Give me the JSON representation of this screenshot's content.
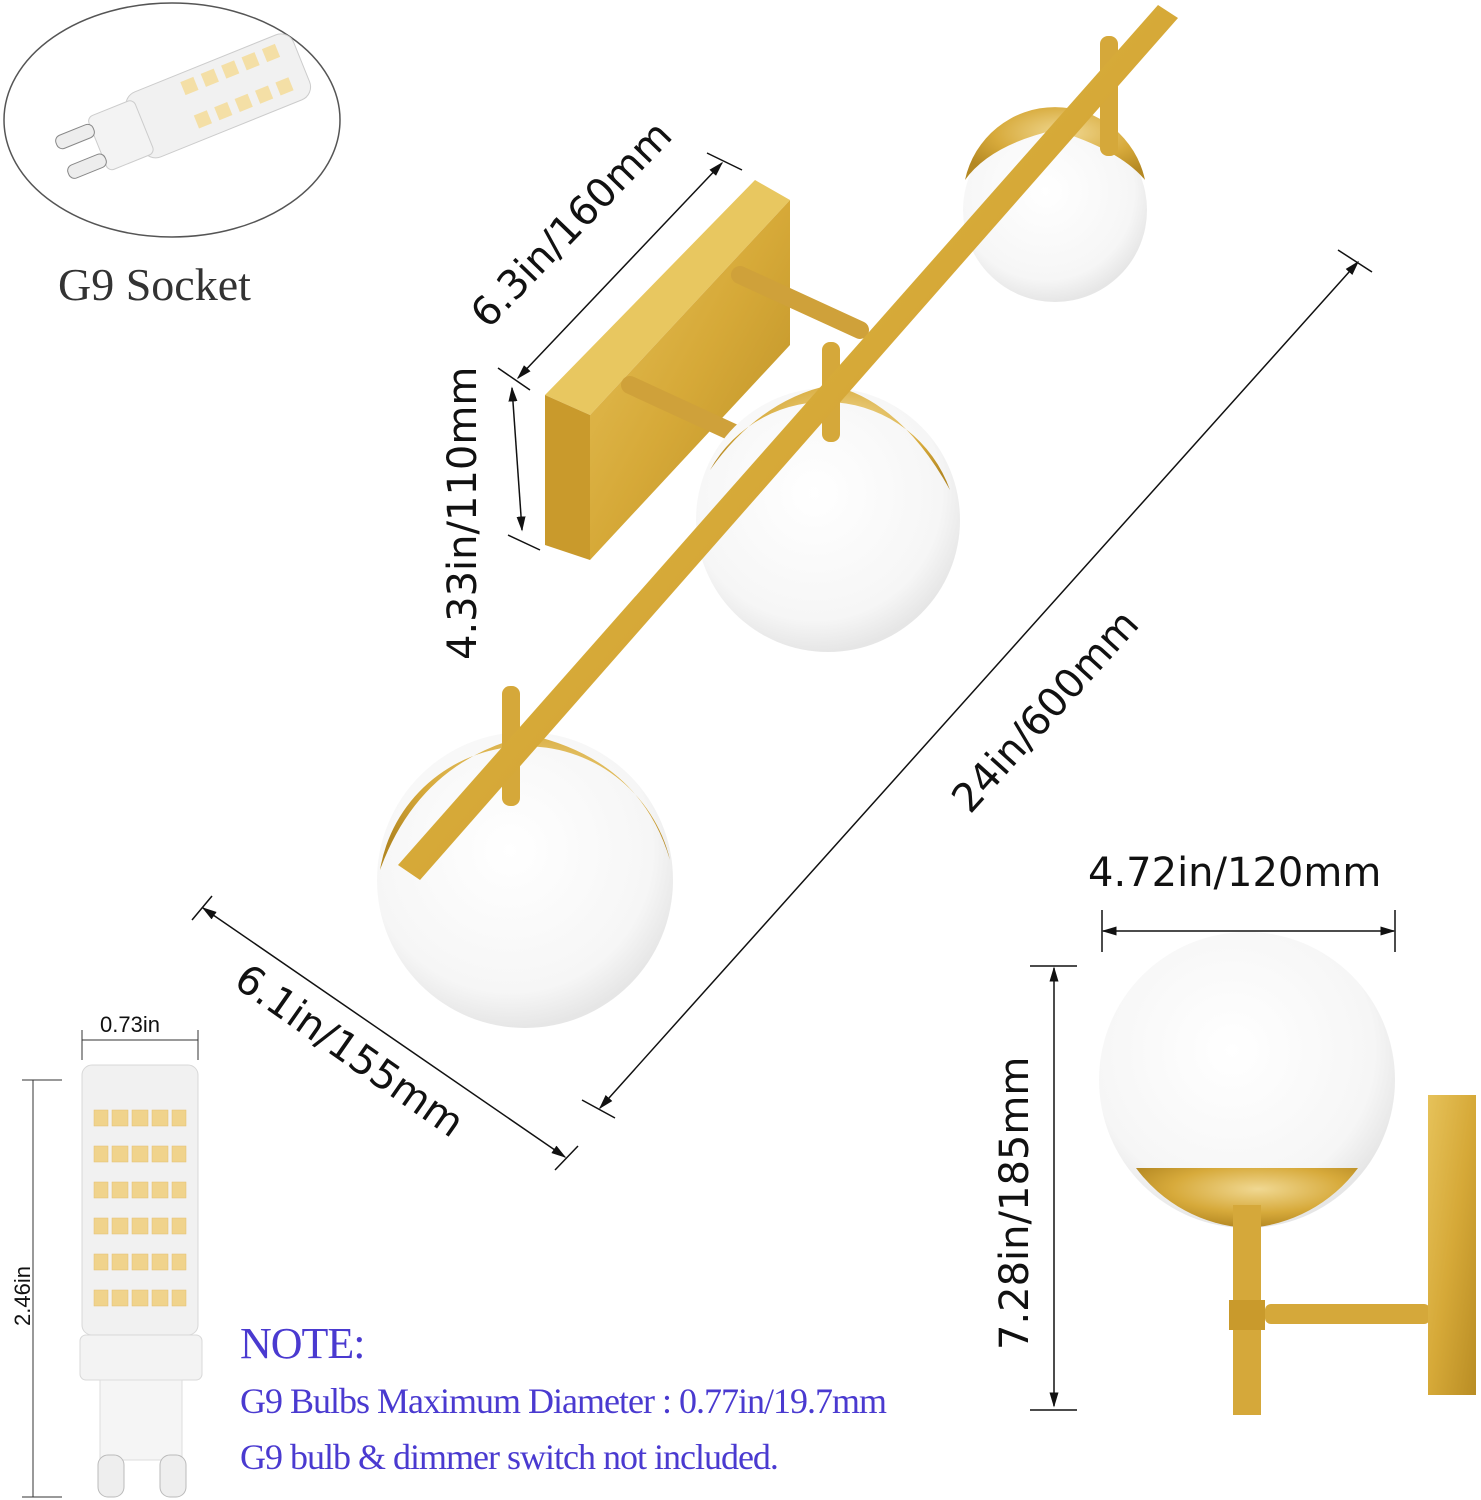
{
  "inset": {
    "label": "G9 Socket",
    "icon": "g9-bulb-icon"
  },
  "dimensions": {
    "backplate_width": "6.3in/160mm",
    "backplate_height": "4.33in/110mm",
    "total_length": "24in/600mm",
    "extension_depth": "6.1in/155mm",
    "globe_width": "4.72in/120mm",
    "fixture_height": "7.28in/185mm",
    "bulb_diameter": "0.73in",
    "bulb_height": "2.46in"
  },
  "note": {
    "title": "NOTE:",
    "line1": "G9 Bulbs Maximum Diameter : 0.77in/19.7mm",
    "line2": "G9 bulb & dimmer switch not included."
  },
  "colors": {
    "gold": "#d9ad3c",
    "gold_dark": "#b88d22",
    "globe": "#f8f8f8",
    "note_text": "#4a3ad0",
    "dim_line": "#111111"
  }
}
